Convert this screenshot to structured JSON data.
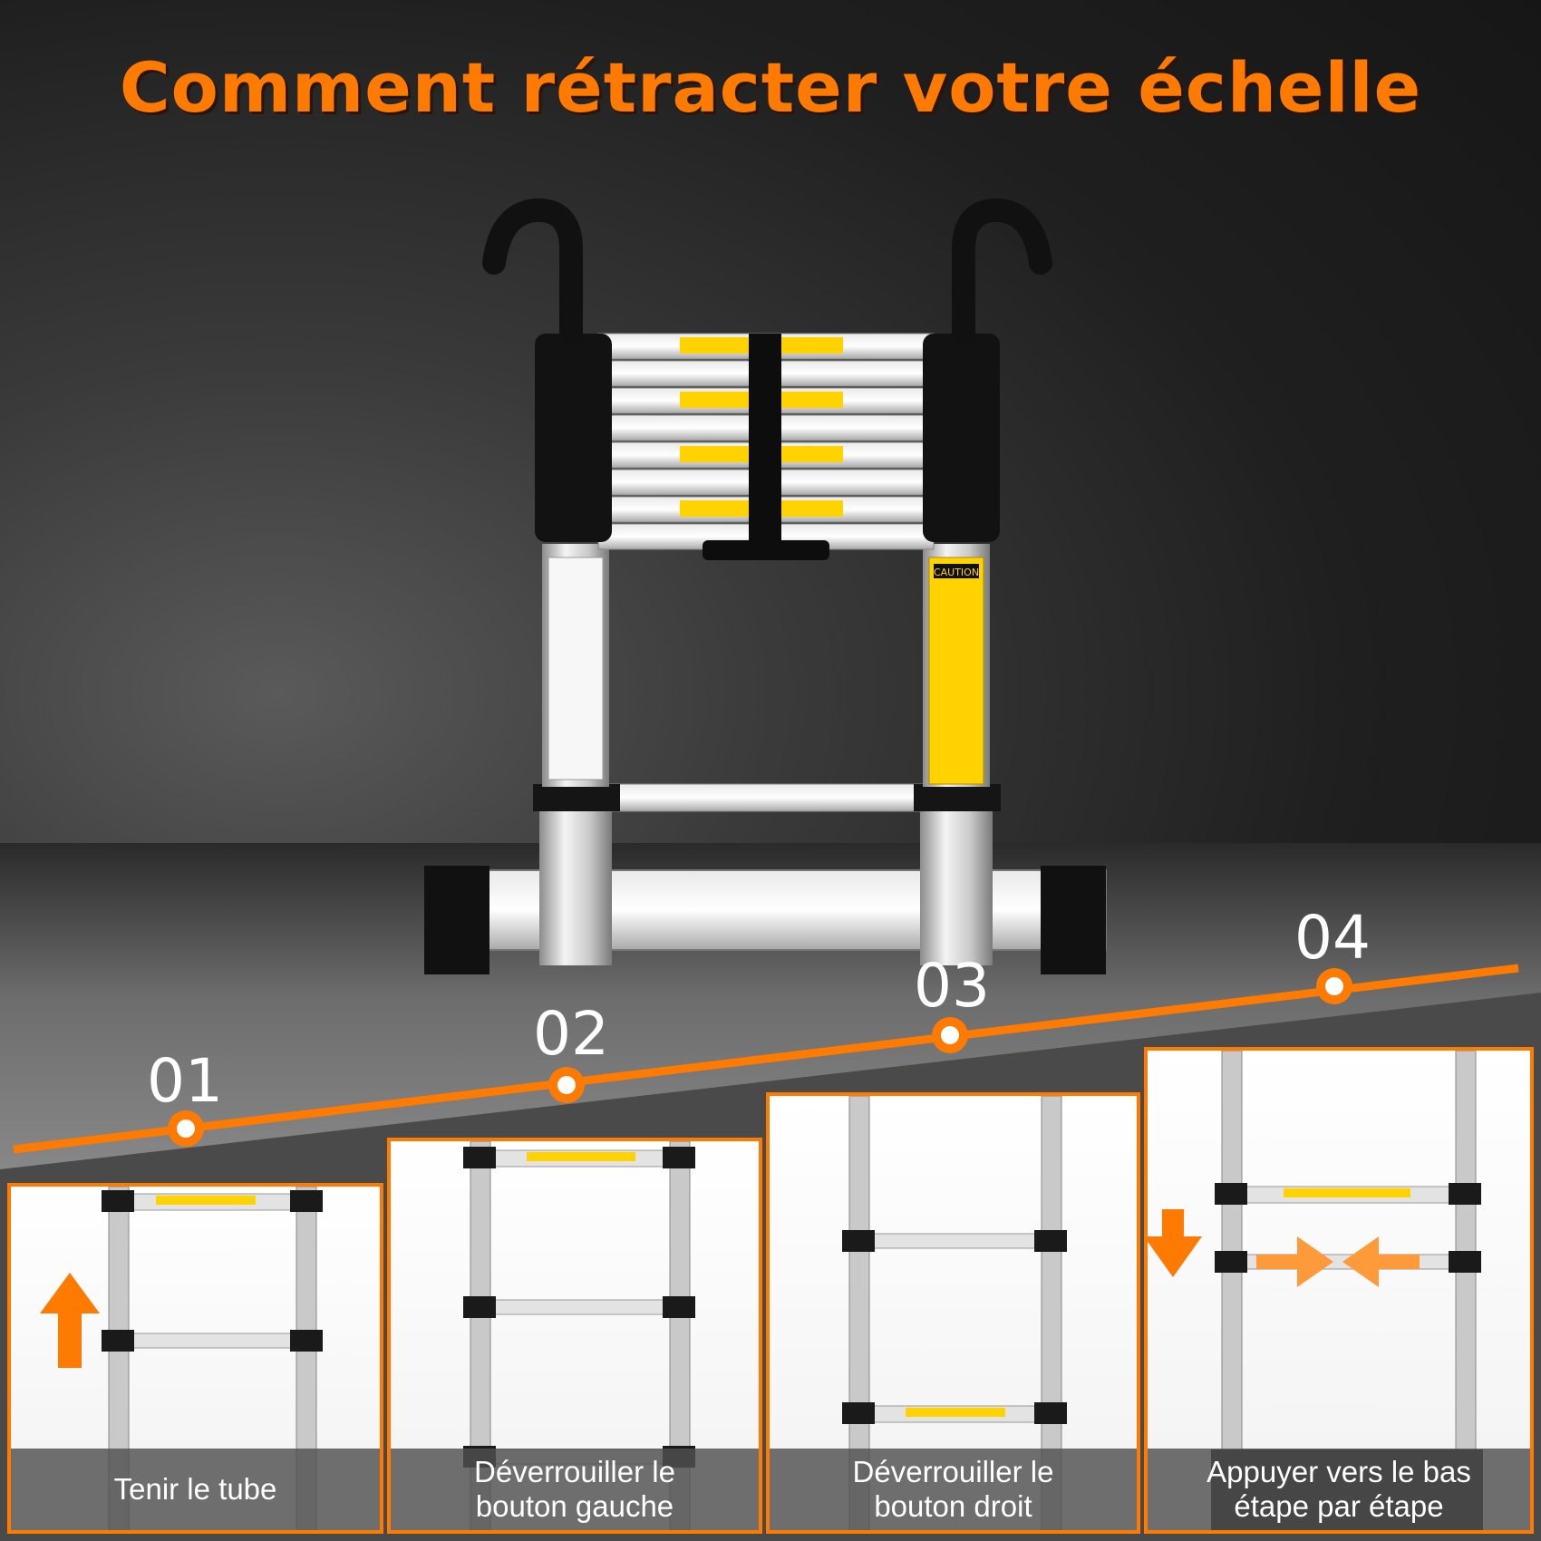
{
  "title": "Comment rétracter votre échelle",
  "colors": {
    "accent": "#ff7a00",
    "caption_bg": "#505050",
    "text": "#ffffff"
  },
  "hero_labels": {
    "caution": "CAUTION"
  },
  "steps": [
    {
      "number": "01",
      "caption": "Tenir le tube",
      "icon": "arrow-up-icon"
    },
    {
      "number": "02",
      "caption": "Déverrouiller le\nbouton gauche",
      "icon": ""
    },
    {
      "number": "03",
      "caption": "Déverrouiller le\nbouton droit",
      "icon": ""
    },
    {
      "number": "04",
      "caption": "Appuyer vers le bas\nétape par étape",
      "icon": "arrow-down-icon"
    }
  ]
}
